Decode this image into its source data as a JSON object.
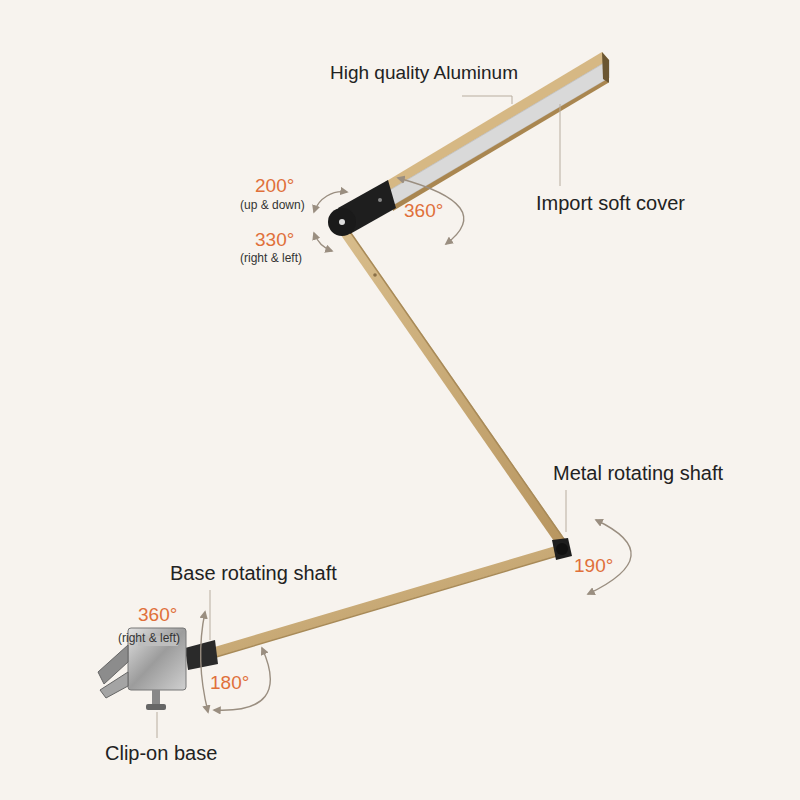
{
  "diagram": {
    "labels": [
      "High quality Aluminum",
      "200°",
      "(up & down)",
      "360°",
      "Import soft cover",
      "330°",
      "(right & left)",
      "Metal rotating shaft",
      "190°",
      "Base rotating shaft",
      "360°",
      "(right & left)",
      "180°",
      "Clip-on base"
    ]
  }
}
